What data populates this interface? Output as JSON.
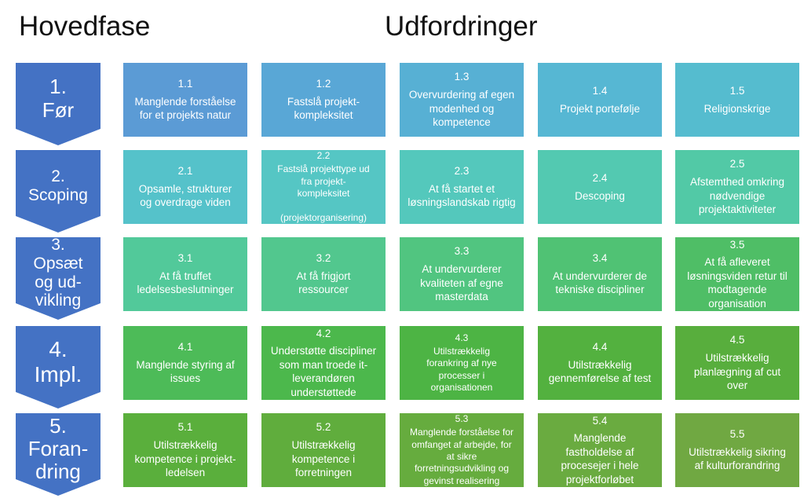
{
  "headings": {
    "phase": "Hovedfase",
    "challenges": "Udfordringer"
  },
  "colors": {
    "chevron": "#4472c4",
    "row1": [
      "#5b9bd5",
      "#59a7d6",
      "#57b0d4",
      "#56b7d3",
      "#55bccf"
    ],
    "row2": [
      "#55c2ca",
      "#55c6c4",
      "#54c8bc",
      "#53c9b1",
      "#52c9a6"
    ],
    "row3": [
      "#52c99a",
      "#52c78e",
      "#51c580",
      "#50c274",
      "#4fbe66"
    ],
    "row4": [
      "#4dbb58",
      "#4cb84c",
      "#4db444",
      "#53b13f",
      "#58ae3d"
    ],
    "row5": [
      "#5aaf3c",
      "#60ad3d",
      "#66ac3e",
      "#6aab40",
      "#70a842"
    ]
  },
  "phases": [
    {
      "label": "1.\nFør",
      "items": [
        {
          "num": "1.1",
          "text": "Manglende forståelse\nfor et projekts natur"
        },
        {
          "num": "1.2",
          "text": "Fastslå projekt-\nkompleksitet"
        },
        {
          "num": "1.3",
          "text": "Overvurdering af egen\nmodenhed og\nkompetence"
        },
        {
          "num": "1.4",
          "text": "Projekt portefølje"
        },
        {
          "num": "1.5",
          "text": "Religionskrige"
        }
      ]
    },
    {
      "label": "2.\nScoping",
      "items": [
        {
          "num": "2.1",
          "text": "Opsamle, strukturer\nog overdrage viden"
        },
        {
          "num": "2.2",
          "text": "Fastslå projekttype ud\nfra projekt-\nkompleksitet\n\n(projektorganisering)"
        },
        {
          "num": "2.3",
          "text": "At få startet et\nløsningslandskab rigtig"
        },
        {
          "num": "2.4",
          "text": "Descoping"
        },
        {
          "num": "2.5",
          "text": "Afstemthed omkring\nnødvendige\nprojektaktiviteter"
        }
      ]
    },
    {
      "label": "3.\nOpsæt\nog ud-\nvikling",
      "items": [
        {
          "num": "3.1",
          "text": "At få truffet\nledelsesbeslutninger"
        },
        {
          "num": "3.2",
          "text": "At få frigjort\nressourcer"
        },
        {
          "num": "3.3",
          "text": "At undervurderer\nkvaliteten af egne\nmasterdata"
        },
        {
          "num": "3.4",
          "text": "At undervurderer de\ntekniske discipliner"
        },
        {
          "num": "3.5",
          "text": "At få afleveret\nløsningsviden retur til\nmodtagende\norganisation"
        }
      ]
    },
    {
      "label": "4.\nImpl.",
      "items": [
        {
          "num": "4.1",
          "text": "Manglende styring af\nissues"
        },
        {
          "num": "4.2",
          "text": "Understøtte discipliner\nsom man troede it-\nleverandøren\nunderstøttede"
        },
        {
          "num": "4.3",
          "text": "Utilstrækkelig\nforankring af nye\nprocesser i\norganisationen"
        },
        {
          "num": "4.4",
          "text": "Utilstrækkelig\ngennemførelse af test"
        },
        {
          "num": "4.5",
          "text": "Utilstrækkelig\nplanlægning af cut\nover"
        }
      ]
    },
    {
      "label": "5.\nForan-\ndring",
      "items": [
        {
          "num": "5.1",
          "text": "Utilstrækkelig\nkompetence i projekt-\nledelsen"
        },
        {
          "num": "5.2",
          "text": "Utilstrækkelig\nkompetence i\nforretningen"
        },
        {
          "num": "5.3",
          "text": "Manglende forståelse for\nomfanget af arbejde, for\nat sikre\nforretningsudvikling og\ngevinst realisering"
        },
        {
          "num": "5.4",
          "text": "Manglende\nfastholdelse af\nprocesejer i hele\nprojektforløbet"
        },
        {
          "num": "5.5",
          "text": "Utilstrækkelig sikring\naf kulturforandring"
        }
      ]
    }
  ]
}
